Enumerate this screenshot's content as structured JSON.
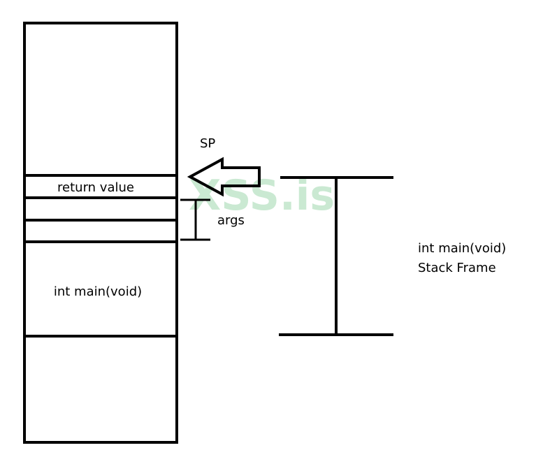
{
  "colors": {
    "line": "#000000",
    "background": "#ffffff",
    "watermark": "#b5e0c0"
  },
  "stack": {
    "return_value_label": "return value",
    "main_frame_label": "int main(void)"
  },
  "pointer": {
    "sp_label": "SP"
  },
  "args_label": "args",
  "frame_bracket": {
    "label_line1": "int main(void)",
    "label_line2": "Stack Frame"
  },
  "watermark": {
    "text": "XSS.is"
  }
}
